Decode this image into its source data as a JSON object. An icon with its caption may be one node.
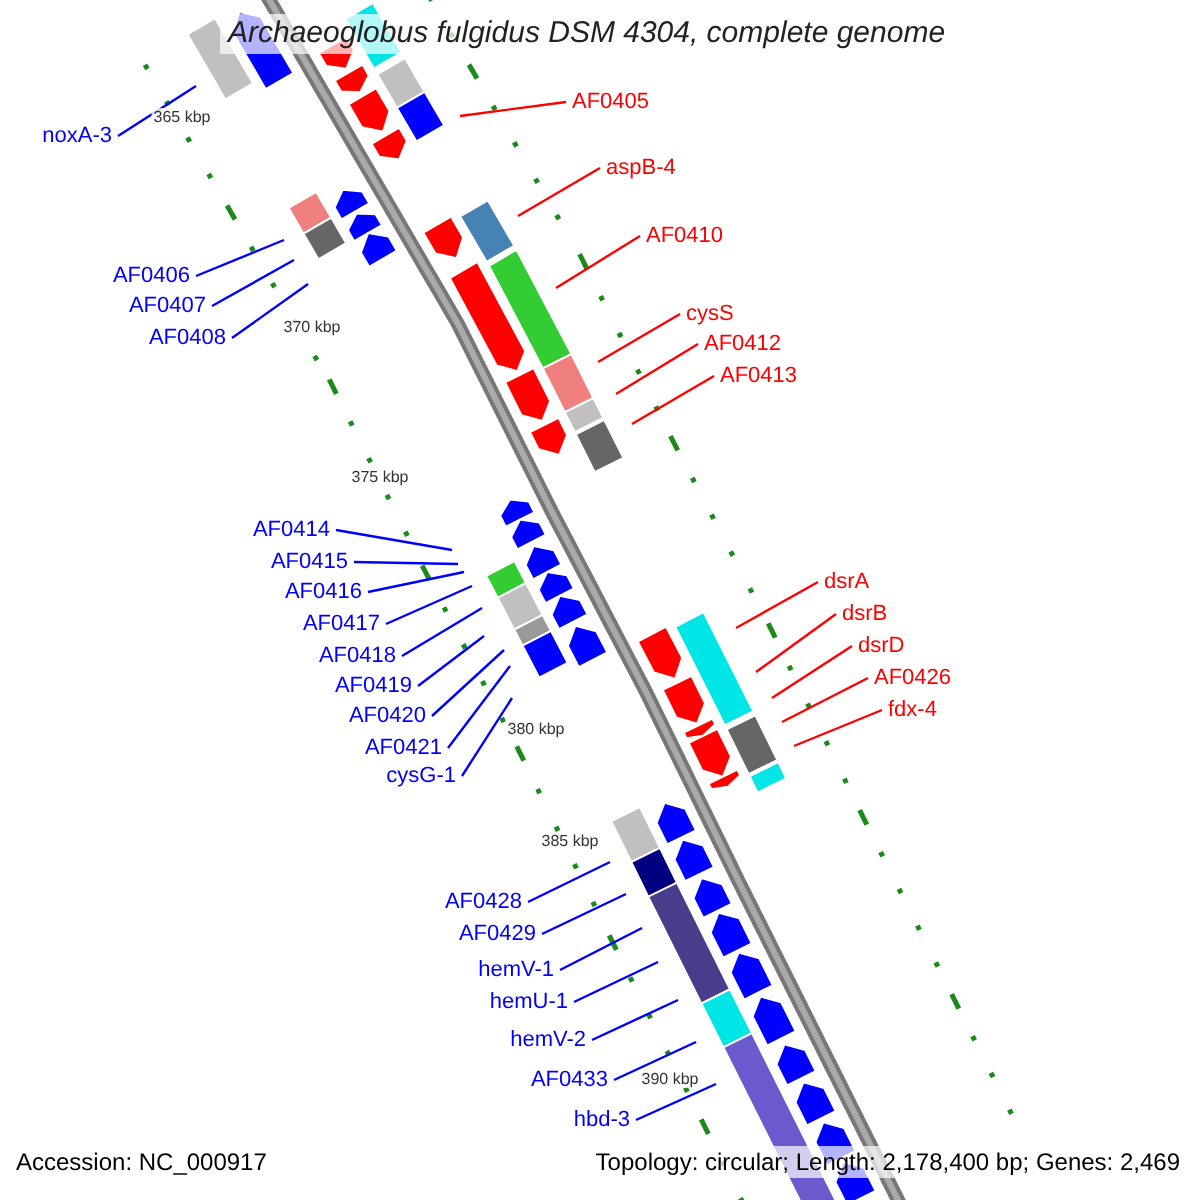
{
  "diagram": {
    "title": "Archaeoglobus fulgidus DSM 4304, complete genome",
    "nodes": [
      {
        "text": [
          "AF0405"
        ]
      },
      {
        "text": [
          "noxA-3"
        ]
      },
      {
        "text": [
          "aspB-4"
        ]
      },
      {
        "text": [
          "AF0410"
        ]
      },
      {
        "text": [
          "AF0406"
        ]
      },
      {
        "text": [
          "AF0407"
        ]
      },
      {
        "text": [
          "cysS"
        ]
      },
      {
        "text": [
          "AF0408"
        ]
      },
      {
        "text": [
          "AF0412"
        ]
      },
      {
        "text": [
          "AF0413"
        ]
      },
      {
        "text": [
          "AF0414"
        ]
      },
      {
        "text": [
          "AF0415"
        ]
      },
      {
        "text": [
          "dsrA"
        ]
      },
      {
        "text": [
          "AF0416"
        ]
      },
      {
        "text": [
          "dsrB"
        ]
      },
      {
        "text": [
          "AF0417"
        ]
      },
      {
        "text": [
          "dsrD"
        ]
      },
      {
        "text": [
          "AF0418"
        ]
      },
      {
        "text": [
          "AF0426"
        ]
      },
      {
        "text": [
          "AF0419"
        ]
      },
      {
        "text": [
          "fdx-4"
        ]
      },
      {
        "text": [
          "AF0420"
        ]
      },
      {
        "text": [
          "AF0421"
        ]
      },
      {
        "text": [
          "cysG-1"
        ]
      },
      {
        "text": [
          "AF0428"
        ]
      },
      {
        "text": [
          "AF0429"
        ]
      },
      {
        "text": [
          "hemV-1"
        ]
      },
      {
        "text": [
          "hemU-1"
        ]
      },
      {
        "text": [
          "hemV-2"
        ]
      },
      {
        "text": [
          "AF0433"
        ]
      },
      {
        "text": [
          "hbd-3"
        ]
      }
    ],
    "edges": [
      {
        "from": 0,
        "to": null,
        "arrow": "none",
        "color": "#ff0000"
      },
      {
        "from": 1,
        "to": null,
        "arrow": "none"
      },
      {
        "from": 2,
        "to": null,
        "arrow": "none",
        "color": "#ff0000"
      },
      {
        "from": 3,
        "to": null,
        "arrow": "none",
        "color": "#ff0000"
      },
      {
        "from": 4,
        "to": null,
        "arrow": "none"
      },
      {
        "from": 5,
        "to": null,
        "arrow": "none"
      },
      {
        "from": 6,
        "to": null,
        "arrow": "none",
        "color": "#ff0000"
      },
      {
        "from": 7,
        "to": null,
        "arrow": "none"
      },
      {
        "from": 8,
        "to": null,
        "arrow": "none",
        "color": "#ff0000"
      },
      {
        "from": 9,
        "to": null,
        "arrow": "none",
        "color": "#ff0000"
      },
      {
        "from": 10,
        "to": null,
        "arrow": "none"
      },
      {
        "from": 11,
        "to": null,
        "arrow": "none"
      },
      {
        "from": 12,
        "to": null,
        "arrow": "none",
        "color": "#ff0000"
      },
      {
        "from": 13,
        "to": null,
        "arrow": "none"
      },
      {
        "from": 14,
        "to": null,
        "arrow": "none",
        "color": "#ff0000"
      },
      {
        "from": 15,
        "to": null,
        "arrow": "none"
      },
      {
        "from": 16,
        "to": null,
        "arrow": "none",
        "color": "#ff0000"
      },
      {
        "from": 17,
        "to": null,
        "arrow": "none"
      },
      {
        "from": 18,
        "to": null,
        "arrow": "none",
        "color": "#ff0000"
      },
      {
        "from": 19,
        "to": null,
        "arrow": "none"
      },
      {
        "from": 20,
        "to": null,
        "arrow": "none",
        "color": "#ff0000"
      },
      {
        "from": 21,
        "to": null,
        "arrow": "none"
      },
      {
        "from": 22,
        "to": null,
        "arrow": "none"
      },
      {
        "from": 23,
        "to": null,
        "arrow": "none"
      },
      {
        "from": 24,
        "to": null,
        "arrow": "none"
      },
      {
        "from": 25,
        "to": null,
        "arrow": "none"
      },
      {
        "from": 26,
        "to": null,
        "arrow": "none"
      },
      {
        "from": 27,
        "to": null,
        "arrow": "none"
      },
      {
        "from": 28,
        "to": null,
        "arrow": "none"
      },
      {
        "from": 29,
        "to": null,
        "arrow": "none"
      },
      {
        "from": 30,
        "to": null,
        "arrow": "none"
      }
    ],
    "labels": [
      "365 kbp",
      "370 kbp",
      "375 kbp",
      "380 kbp",
      "385 kbp",
      "390 kbp",
      "Accession: NC_000917",
      "Topology: circular; Length: 2,178,400 bp; Genes: 2,469"
    ]
  }
}
